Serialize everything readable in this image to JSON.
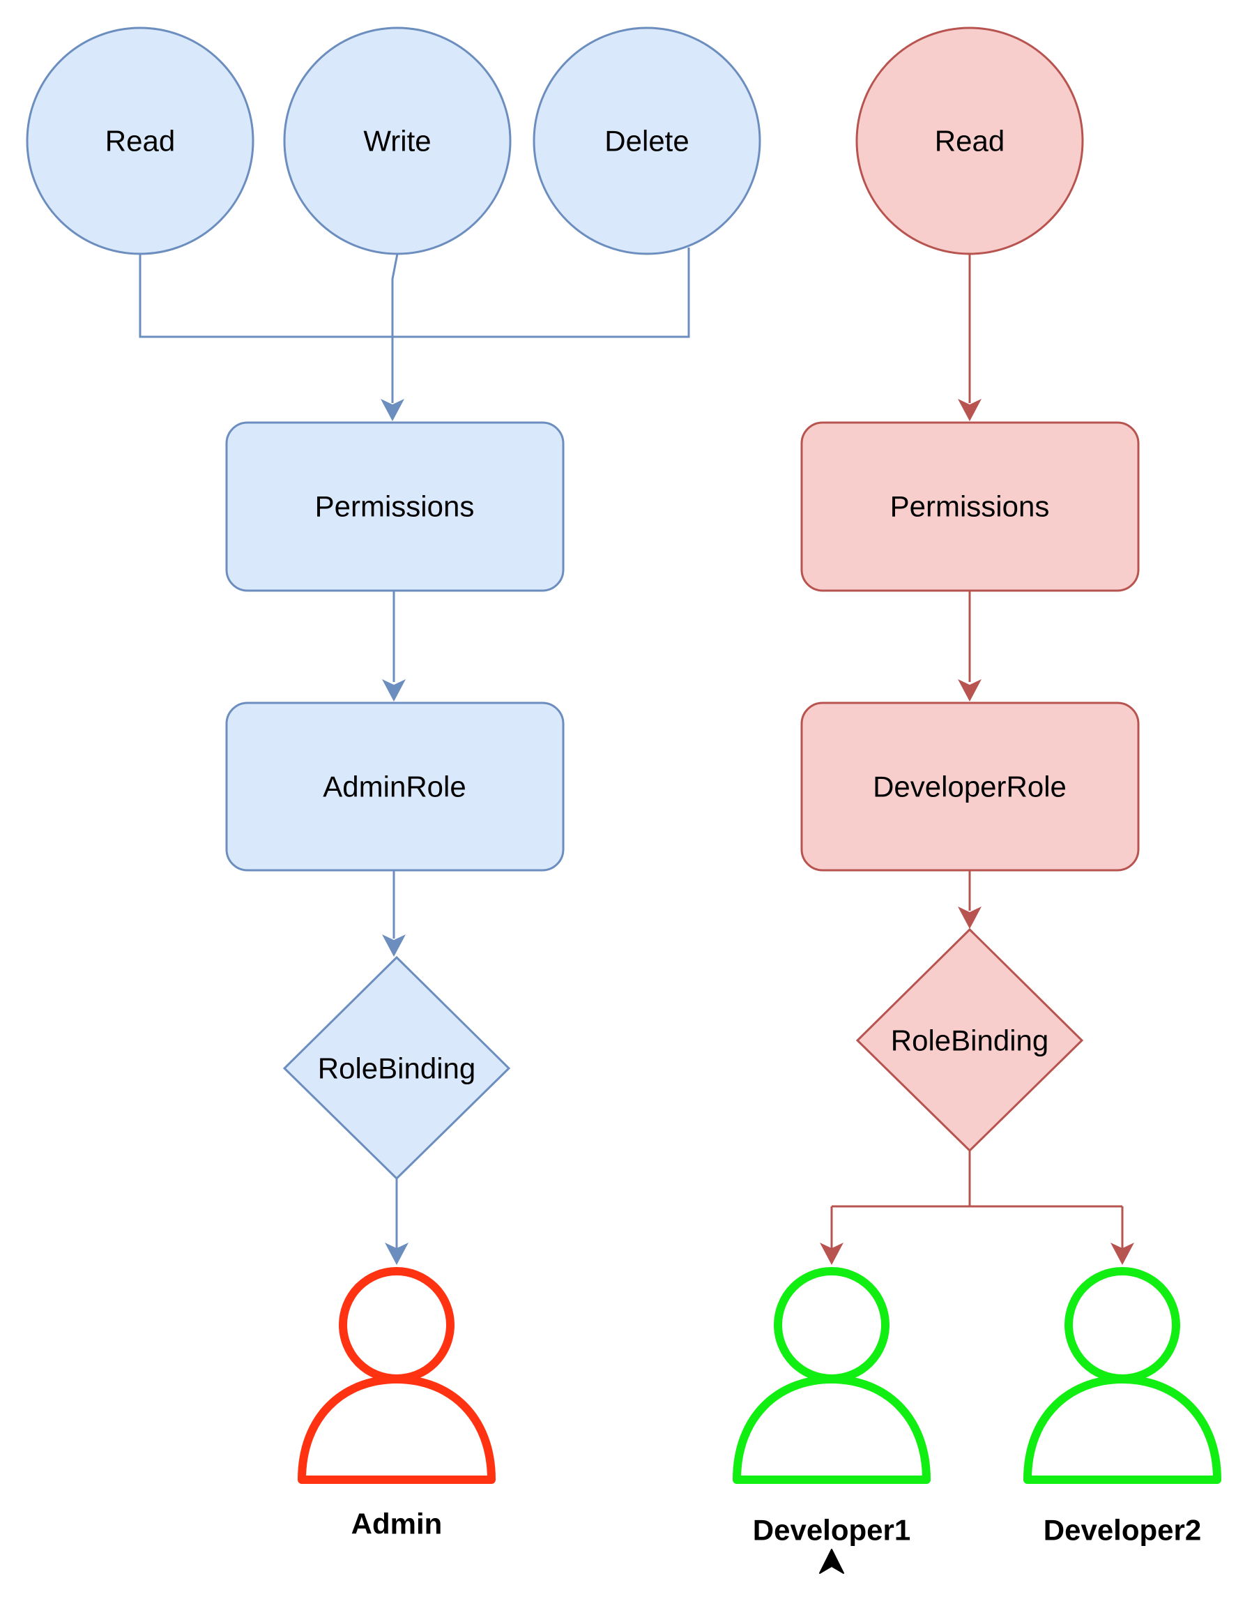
{
  "colors": {
    "admin_fill": "#dae8fc",
    "admin_stroke": "#6c8ebf",
    "dev_fill": "#f8cecc",
    "dev_stroke": "#b85450",
    "admin_user": "#ff3311",
    "dev_user": "#11ee11",
    "cursor": "#000000"
  },
  "admin": {
    "perm_read": "Read",
    "perm_write": "Write",
    "perm_delete": "Delete",
    "permissions": "Permissions",
    "role": "AdminRole",
    "binding": "RoleBinding",
    "user": "Admin"
  },
  "developer": {
    "perm_read": "Read",
    "permissions": "Permissions",
    "role": "DeveloperRole",
    "binding": "RoleBinding",
    "user1": "Developer1",
    "user2": "Developer2"
  },
  "icons": {
    "user": "user-icon",
    "cursor": "mouse-pointer-icon"
  }
}
